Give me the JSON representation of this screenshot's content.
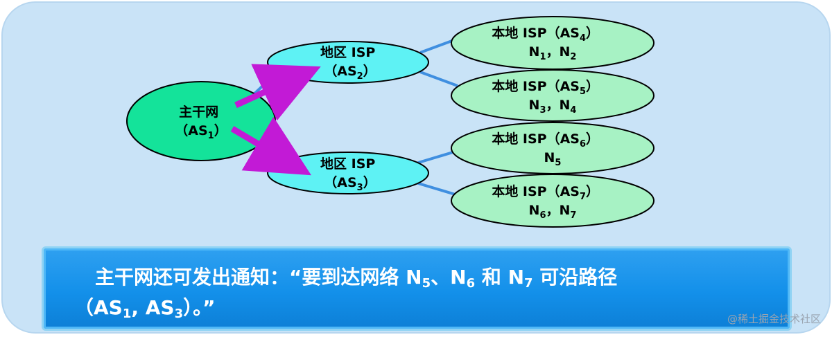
{
  "colors": {
    "panel_fill": "#c9e3f7",
    "backbone_fill": "#14e39a",
    "regional_fill": "#5ef2f4",
    "local_fill": "#a7f2c4",
    "link": "#3f8fe0",
    "arrow": "#c21ad6",
    "note_fill": "#1390ea"
  },
  "nodes": {
    "backbone": {
      "line1": "主干网",
      "line2_prefix": "（AS",
      "line2_sub": "1",
      "line2_suffix": "）"
    },
    "regional_as2": {
      "line1": "地区 ISP",
      "line2_prefix": "（AS",
      "line2_sub": "2",
      "line2_suffix": "）"
    },
    "regional_as3": {
      "line1": "地区 ISP",
      "line2_prefix": "（AS",
      "line2_sub": "3",
      "line2_suffix": "）"
    },
    "local_as4": {
      "line1_prefix": "本地 ISP（AS",
      "line1_sub": "4",
      "line1_suffix": "）",
      "net_a": "N",
      "net_a_sub": "1",
      "sep": "，",
      "net_b": "N",
      "net_b_sub": "2"
    },
    "local_as5": {
      "line1_prefix": "本地 ISP（AS",
      "line1_sub": "5",
      "line1_suffix": "）",
      "net_a": "N",
      "net_a_sub": "3",
      "sep": "，",
      "net_b": "N",
      "net_b_sub": "4"
    },
    "local_as6": {
      "line1_prefix": "本地 ISP（AS",
      "line1_sub": "6",
      "line1_suffix": "）",
      "net_a": "N",
      "net_a_sub": "5"
    },
    "local_as7": {
      "line1_prefix": "本地 ISP（AS",
      "line1_sub": "7",
      "line1_suffix": "）",
      "net_a": "N",
      "net_a_sub": "6",
      "sep": "，",
      "net_b": "N",
      "net_b_sub": "7"
    }
  },
  "note": {
    "part1": "主干网还可发出通知：“要到达网络 N",
    "sub1": "5",
    "part2": "、N",
    "sub2": "6",
    "part3": " 和 N",
    "sub3": "7",
    "part4": " 可沿路径",
    "line2_part1": "（AS",
    "line2_sub1": "1",
    "line2_part2": ", AS",
    "line2_sub2": "3",
    "line2_part3": "）。”"
  },
  "watermark": "@稀土掘金技术社区"
}
